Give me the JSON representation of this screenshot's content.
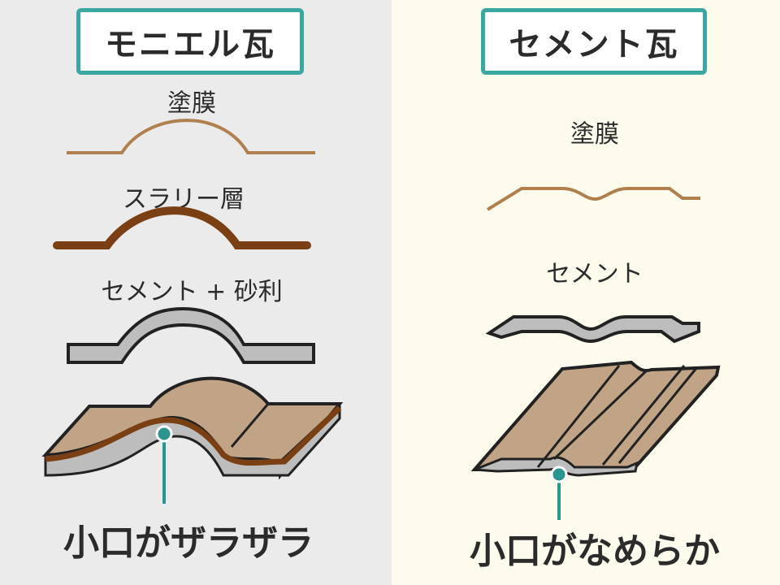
{
  "left": {
    "title": "モニエル瓦",
    "layers": [
      "塗膜",
      "スラリー層",
      "セメント + 砂利"
    ],
    "caption": "小口がザラザラ"
  },
  "right": {
    "title": "セメント瓦",
    "layers": [
      "塗膜",
      "セメント"
    ],
    "caption": "小口がなめらか"
  },
  "colors": {
    "accent": "#3aa7a0",
    "coating": "#b0814f",
    "slurry": "#7a3f12",
    "cement": "#bdbdbd",
    "tile": "#c1a385"
  }
}
